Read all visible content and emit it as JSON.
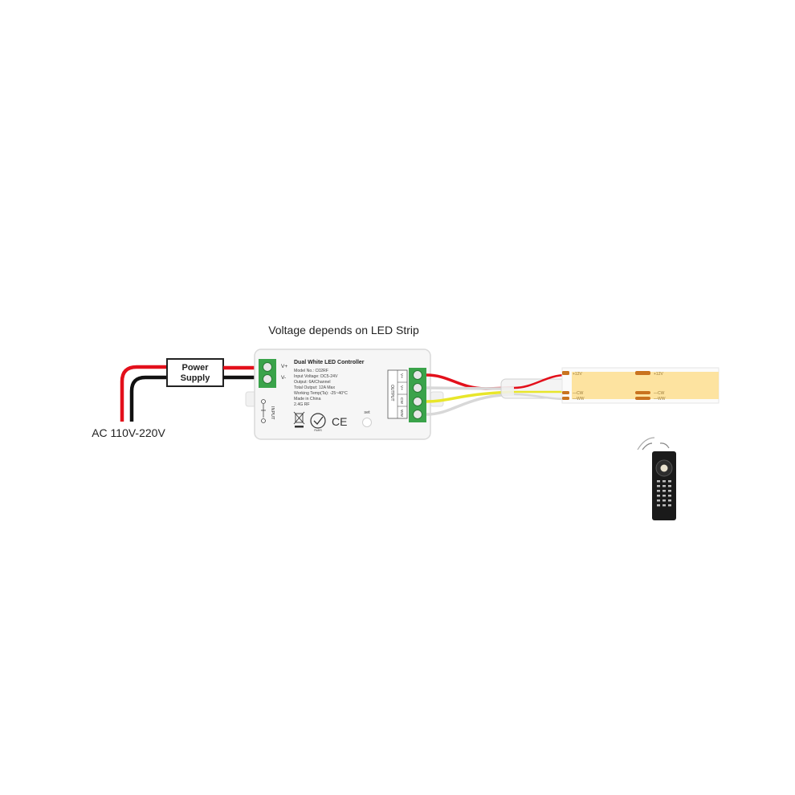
{
  "diagram": {
    "header_note": "Voltage depends on LED Strip",
    "ac_label": "AC 110V-220V",
    "power_supply": {
      "line1": "Power",
      "line2": "Supply"
    },
    "controller": {
      "title": "Dual White LED Controller",
      "specs": [
        "Model No.: C02RF",
        "Input Voltage: DC5-24V",
        "Output: 6A/Channel",
        "Total Output: 12A Max",
        "Working Temp(Ta): -25~40°C",
        "Made in China",
        "2.4G RF"
      ],
      "input_terminals": [
        "V+",
        "V-"
      ],
      "input_label": "INPUT",
      "output_label": "OUTPUT",
      "output_terminals": [
        "V+",
        "V+",
        "CW",
        "WW"
      ],
      "set_label": "set",
      "ce_mark": "CE",
      "rohs_mark": "RoHS"
    },
    "strip": {
      "pad_label_v": "+12V",
      "pad_label_cw": "—CW",
      "pad_label_ww": "—WW"
    },
    "colors": {
      "wire_red": "#e3101b",
      "wire_black": "#111111",
      "wire_yellow": "#e8e62a",
      "wire_white": "#d8d8d8",
      "terminal_green": "#3aa34a",
      "strip_yellow": "#fde3a0",
      "strip_pad": "#c9731f",
      "remote_body": "#1a1a1a"
    }
  }
}
